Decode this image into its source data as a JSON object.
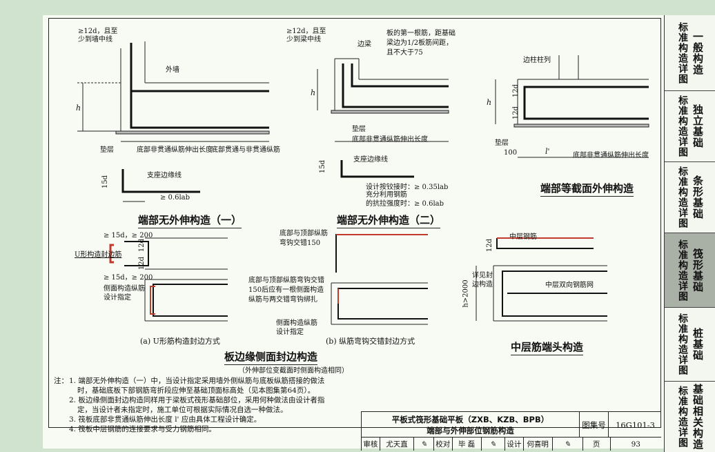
{
  "sidebar": {
    "tabs": [
      {
        "label": "标准构造详图",
        "category": "一般构造"
      },
      {
        "label": "标准构造详图",
        "category": "独立基础"
      },
      {
        "label": "标准构造详图",
        "category": "条形基础"
      },
      {
        "label": "标准构造详图",
        "category": "筏形基础"
      },
      {
        "label": "标准构造详图",
        "category": "桩基础"
      },
      {
        "label": "标准构造详图",
        "category": "基础相关构造"
      }
    ]
  },
  "fig1": {
    "caption": "端部无外伸构造（一）",
    "lbl_12d_top": "≥12d，且至",
    "lbl_12d_bot": "少到墙中线",
    "lbl_wall": "外墙",
    "lbl_h": "h",
    "lbl_pad": "垫层",
    "lbl_ext": "底部非贯通纵筋伸出长度",
    "lbl_through": "底部贯通与非贯通纵筋",
    "lbl_support": "支座边缘线",
    "lbl_15d": "15d",
    "lbl_06": "≥ 0.6lab"
  },
  "fig2": {
    "caption": "端部无外伸构造（二）",
    "lbl_12d_top": "≥12d，且至",
    "lbl_12d_bot": "少到梁中线",
    "lbl_beam": "边梁",
    "lbl_first1": "板的第一根筋，距基础",
    "lbl_first2": "梁边为1/2板筋间距，",
    "lbl_first3": "且不大于75",
    "lbl_h": "h",
    "lbl_pad": "垫层",
    "lbl_ext": "底部非贯通纵筋伸出长度",
    "lbl_support": "支座边缘线",
    "lbl_15d": "15d",
    "lbl_hinge": "设计按铰接时：≥ 0.35lab",
    "lbl_full1": "充分利用钢筋",
    "lbl_full2": "的抗拉强度时：≥ 0.6lab"
  },
  "fig3": {
    "caption": "端部等截面外伸构造",
    "lbl_column": "边柱柱列",
    "lbl_h": "h",
    "lbl_12d_top": "12d",
    "lbl_12d_bot": "12d",
    "lbl_pad": "垫层",
    "lbl_100": "100",
    "lbl_l": "l'",
    "lbl_ext": "底部非贯通纵筋伸出长度"
  },
  "fig4": {
    "caption": "板边缘侧面封边构造",
    "subcaption": "（外伸部位变截面时侧面构造相同）",
    "a_caption": "(a)  U形筋构造封边方式",
    "b_caption": "(b)  纵筋弯钩交错封边方式",
    "lbl_15d_top": "≥ 15d，≥ 200",
    "lbl_15d_bot": "≥ 15d，≥ 200",
    "lbl_u": "U形构造封边筋",
    "lbl_12d": "12d",
    "lbl_side1": "侧面构造纵筋",
    "lbl_side2": "设计指定",
    "lbl_b_top1": "底部与顶部纵筋",
    "lbl_b_top2": "弯钩交错150",
    "lbl_b_mid1": "底部与顶部纵筋弯钩交错",
    "lbl_b_mid2": "150后应有一根侧面构造",
    "lbl_b_mid3": "纵筋与两交错弯钩绑扎",
    "lbl_b_side1": "侧面构造纵筋",
    "lbl_b_side2": "设计指定"
  },
  "fig5": {
    "caption": "中层筋端头构造",
    "lbl_mid": "中层钢筋",
    "lbl_12d": "12d",
    "lbl_see1": "详见封",
    "lbl_see2": "边构造",
    "lbl_net": "中层双向钢筋网",
    "lbl_h": "h>2000"
  },
  "notes": {
    "lead": "注：",
    "items": [
      "1. 端部无外伸构造（一）中，当设计指定采用墙外侧纵筋与底板纵筋搭接的做法",
      "时，基础底板下部钢筋弯折段应伸至基础顶面标高处（见本图集第64页）。",
      "2. 板边缘侧面封边构造同样用于梁板式筏形基础部位，采用何种做法由设计者指",
      "定，当设计者未指定时，施工单位可根据实际情况自选一种做法。",
      "3. 筏板底部非贯通纵筋伸出长度 l' 应由具体工程设计确定。",
      "4. 筏板中层钢筋的连接要求与受力钢筋相同。"
    ]
  },
  "title_block": {
    "title_line1": "平板式筏形基础平板（ZXB、KZB、BPB）",
    "title_line2": "端部与外伸部位钢筋构造",
    "atlas_label": "图集号",
    "atlas_no": "16G101-3",
    "review_label": "审核",
    "reviewer": "尤天直",
    "check_label": "校对",
    "checker": "毕 磊",
    "design_label": "设计",
    "designer": "何喜明",
    "page_label": "页",
    "page_no": "93"
  },
  "colors": {
    "rebar": "#1a1a1a",
    "accent_bar": "#c0392b",
    "active_tab": "#a9b0a6"
  }
}
